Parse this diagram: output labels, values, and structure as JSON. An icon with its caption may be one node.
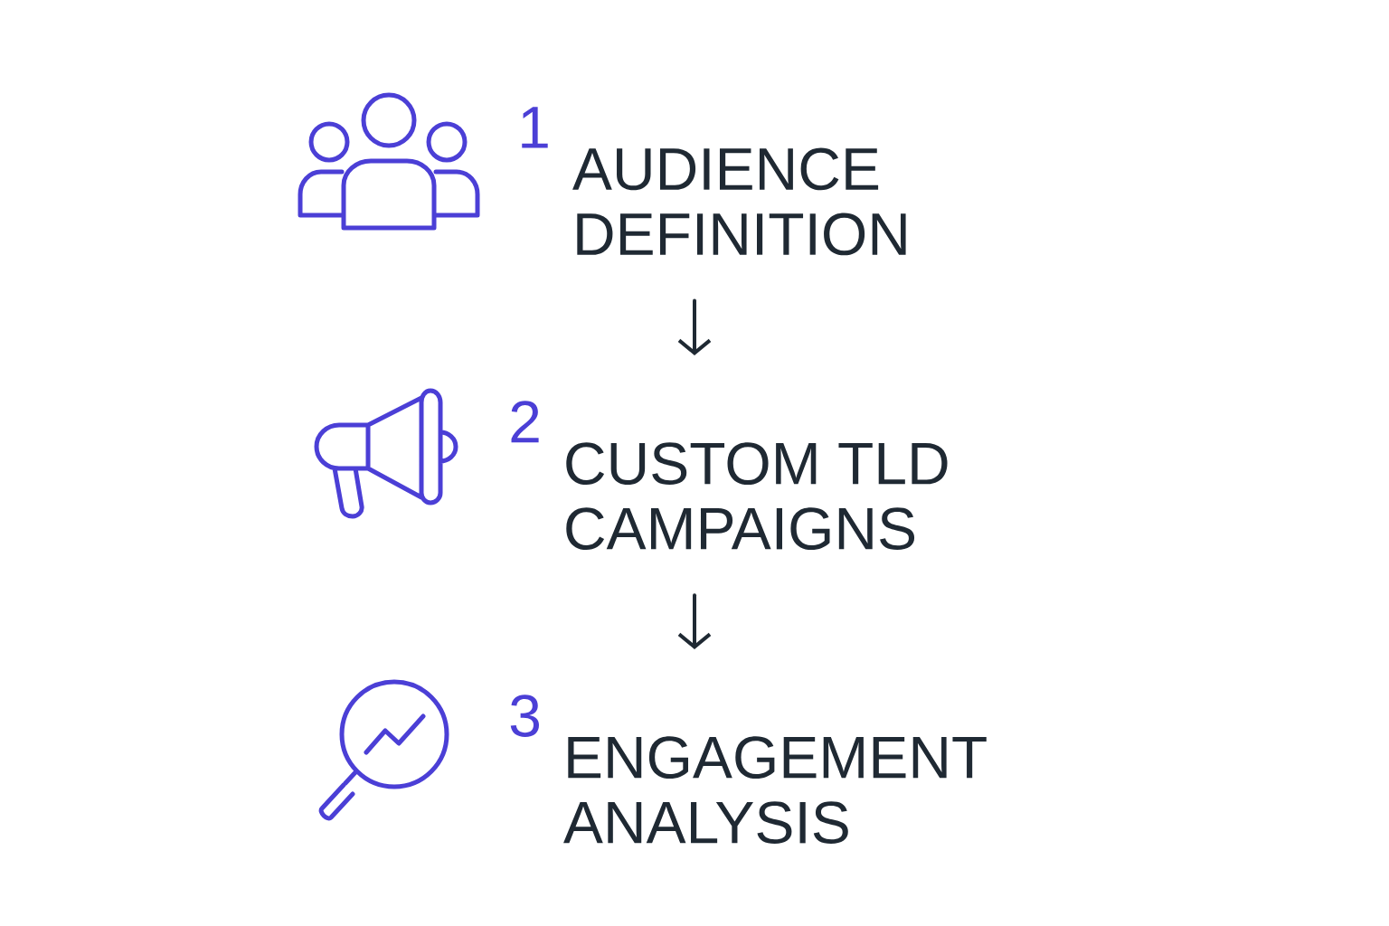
{
  "diagram": {
    "nodes": [
      {
        "text": [
          "1",
          "AUDIENCE DEFINITION"
        ]
      },
      {
        "text": [
          "2",
          "CUSTOM TLD CAMPAIGNS"
        ]
      },
      {
        "text": [
          "3",
          "ENGAGEMENT ANALYSIS"
        ]
      }
    ],
    "edges": [
      {
        "from": 0,
        "to": 1,
        "arrow": "to"
      },
      {
        "from": 1,
        "to": 2,
        "arrow": "to"
      }
    ]
  }
}
